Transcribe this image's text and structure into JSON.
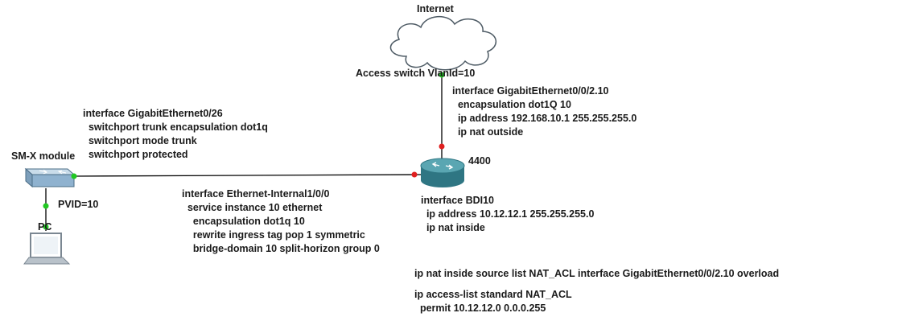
{
  "nodes": {
    "internet": {
      "label": "Internet",
      "icon": "cloud-icon"
    },
    "access_switch": {
      "label": "Access switch VlanId=10"
    },
    "router": {
      "label": "4400",
      "icon": "router-icon"
    },
    "sm_x": {
      "label": "SM-X module",
      "icon": "switch-icon"
    },
    "pc": {
      "label": "PC",
      "icon": "laptop-icon"
    },
    "pvid": {
      "label": "PVID=10"
    }
  },
  "configs": {
    "gi_0_0_2": [
      "interface GigabitEthernet0/0/2.10",
      "  encapsulation dot1Q 10",
      "  ip address 192.168.10.1 255.255.255.0",
      "  ip nat outside"
    ],
    "gi_0_26": [
      "interface GigabitEthernet0/26",
      "  switchport trunk encapsulation dot1q",
      "  switchport mode trunk",
      "  switchport protected"
    ],
    "eth_internal": [
      "interface Ethernet-Internal1/0/0",
      "  service instance 10 ethernet",
      "    encapsulation dot1q 10",
      "    rewrite ingress tag pop 1 symmetric",
      "    bridge-domain 10 split-horizon group 0"
    ],
    "bdi10": [
      "interface BDI10",
      "  ip address 10.12.12.1 255.255.255.0",
      "  ip nat inside"
    ],
    "nat": [
      "ip nat inside source list NAT_ACL interface GigabitEthernet0/0/2.10 overload"
    ],
    "acl": [
      "ip access-list standard NAT_ACL",
      "  permit 10.12.12.0 0.0.0.255"
    ]
  },
  "colors": {
    "link": "#000000",
    "port_up": "#22c822",
    "port_down": "#e02020",
    "router": "#3f8f9c",
    "switch": "#8fb2cf"
  }
}
